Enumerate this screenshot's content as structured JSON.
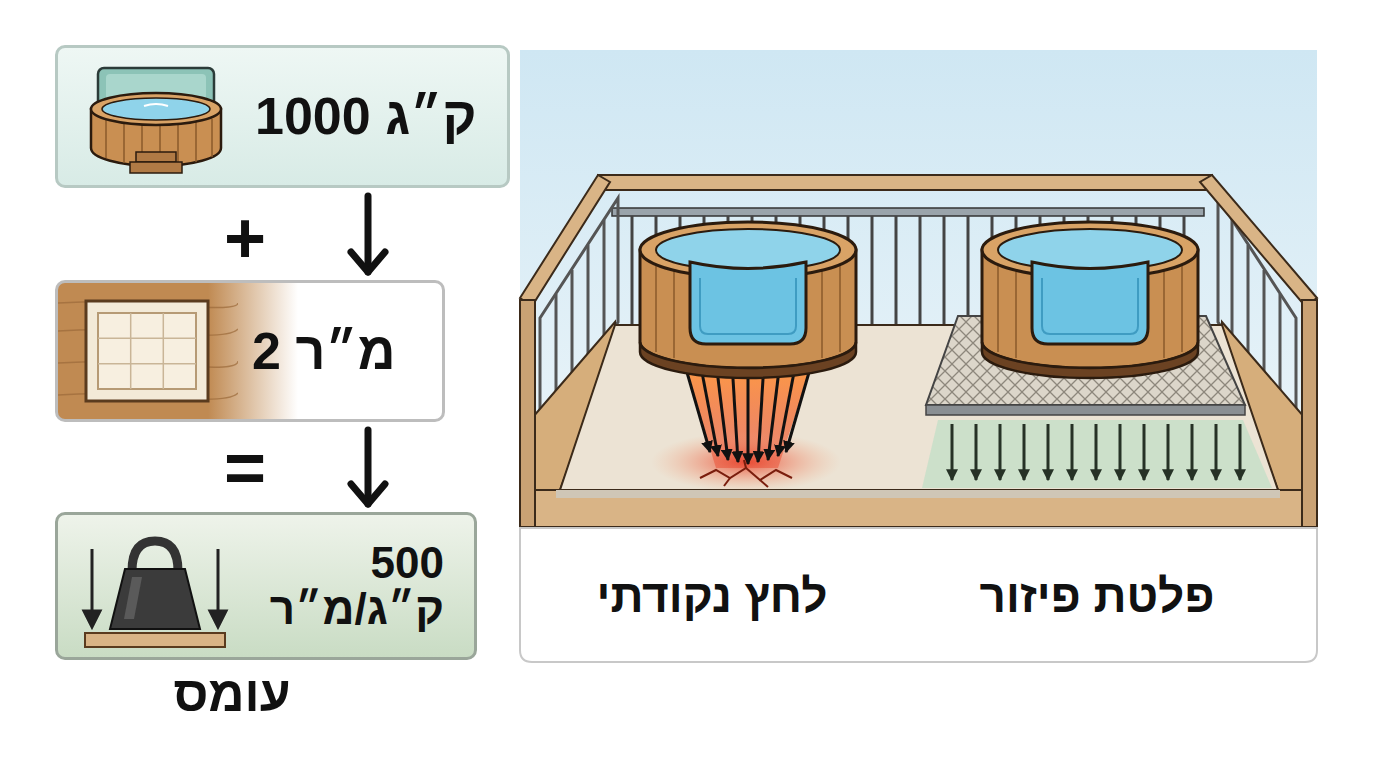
{
  "diagram": {
    "nodes": [
      {
        "text": [
          "1000 ק״ג"
        ]
      },
      {
        "text": [
          "2 מ״ר"
        ]
      },
      {
        "text": [
          "500 ק״ג/מ״ר"
        ]
      }
    ],
    "edges": [
      {
        "from": 0,
        "to": 1,
        "arrow": "to"
      },
      {
        "from": 1,
        "to": 2,
        "arrow": "to"
      }
    ],
    "labels": [
      "+",
      "=",
      "עומס",
      "לחץ נקודתי",
      "פלטת פיזור"
    ]
  }
}
